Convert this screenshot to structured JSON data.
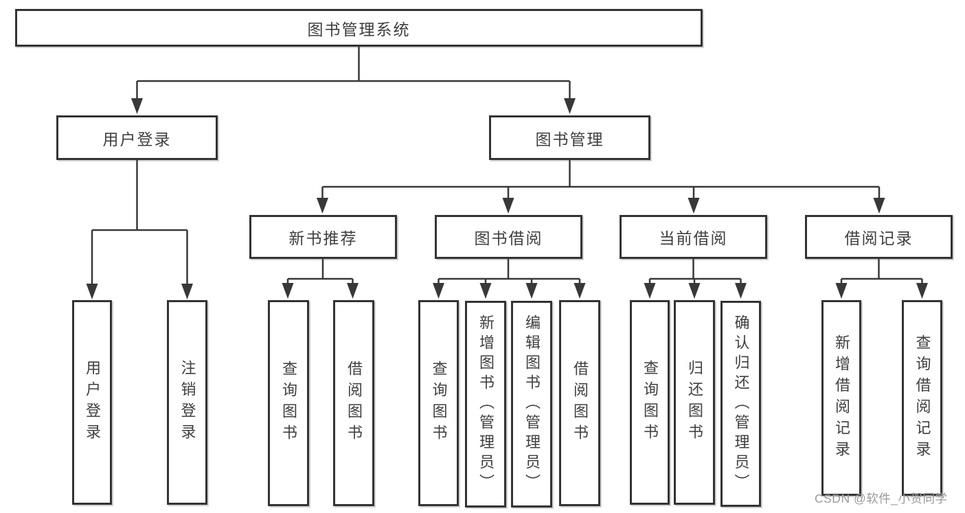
{
  "colors": {
    "background": "#ffffff",
    "line": "#383838",
    "box_border": "#333333",
    "text": "#3f3f3f",
    "watermark": "#9a9a9a"
  },
  "root": {
    "label": "图书管理系统"
  },
  "user_login": {
    "label": "用户登录",
    "children": [
      {
        "label": "用户登录"
      },
      {
        "label": "注销登录"
      }
    ]
  },
  "book_mgmt": {
    "label": "图书管理",
    "groups": [
      {
        "label": "新书推荐",
        "children": [
          {
            "label": "查询图书"
          },
          {
            "label": "借阅图书"
          }
        ]
      },
      {
        "label": "图书借阅",
        "children": [
          {
            "label": "查询图书"
          },
          {
            "label": "新增图书（管理员）"
          },
          {
            "label": "编辑图书（管理员）"
          },
          {
            "label": "借阅图书"
          }
        ]
      },
      {
        "label": "当前借阅",
        "children": [
          {
            "label": "查询图书"
          },
          {
            "label": "归还图书"
          },
          {
            "label": "确认归还（管理员）"
          }
        ]
      },
      {
        "label": "借阅记录",
        "children": [
          {
            "label": "新增借阅记录"
          },
          {
            "label": "查询借阅记录"
          }
        ]
      }
    ]
  },
  "watermark": {
    "text": "CSDN @软件_小贺同学"
  }
}
